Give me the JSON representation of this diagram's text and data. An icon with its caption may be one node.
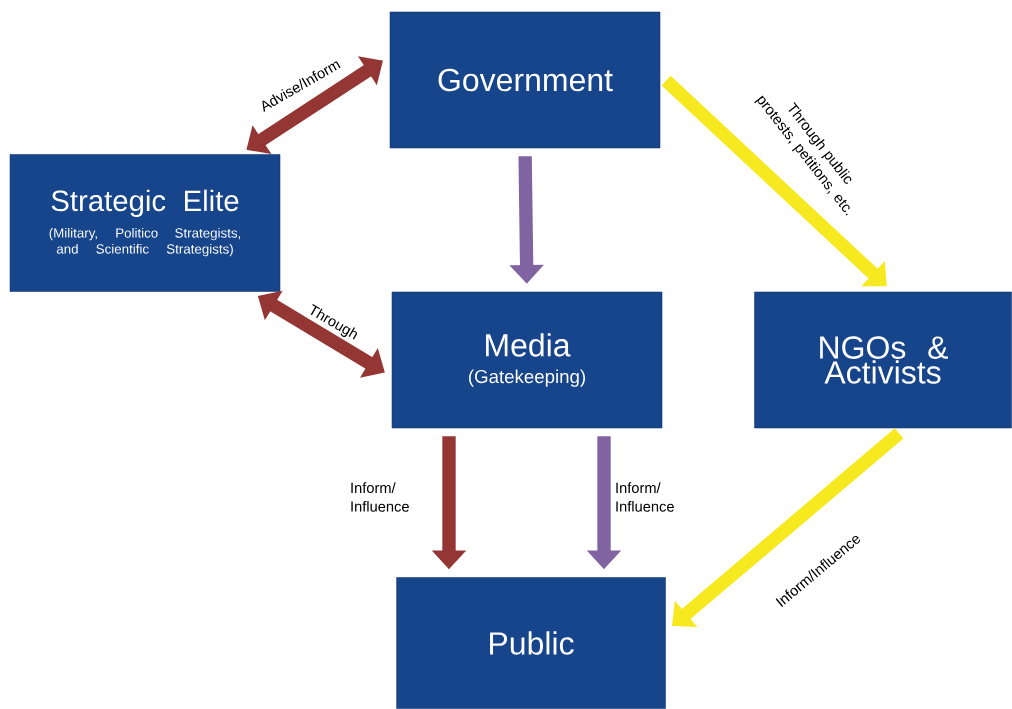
{
  "diagram": {
    "nodes": [
      {
        "text": [
          "Government"
        ]
      },
      {
        "text": [
          "Strategic Elite",
          "(Military, Politico Strategists, and Scientific Strategists)"
        ]
      },
      {
        "text": [
          "Media",
          "(Gatekeeping)"
        ]
      },
      {
        "text": [
          "NGOs & Activists"
        ]
      },
      {
        "text": [
          "Public"
        ]
      }
    ],
    "edges": [
      {
        "from": 0,
        "to": 1,
        "arrow": "both",
        "label": "Advise/Inform",
        "color": "#943634"
      },
      {
        "from": 0,
        "to": 2,
        "arrow": "to",
        "color": "#8064a2"
      },
      {
        "from": 0,
        "to": 3,
        "arrow": "to",
        "label": "Through public protests, petitions, etc.",
        "color": "#f7e91f"
      },
      {
        "from": 1,
        "to": 2,
        "arrow": "both",
        "label": "Through",
        "color": "#943634"
      },
      {
        "from": 2,
        "to": 4,
        "arrow": "to",
        "label": "Inform/ Influence",
        "color": "#943634"
      },
      {
        "from": 2,
        "to": 4,
        "arrow": "to",
        "label": "Inform/ Influence",
        "color": "#8064a2"
      },
      {
        "from": 3,
        "to": 4,
        "arrow": "to",
        "label": "Inform/Influence",
        "color": "#f7e91f"
      }
    ]
  }
}
